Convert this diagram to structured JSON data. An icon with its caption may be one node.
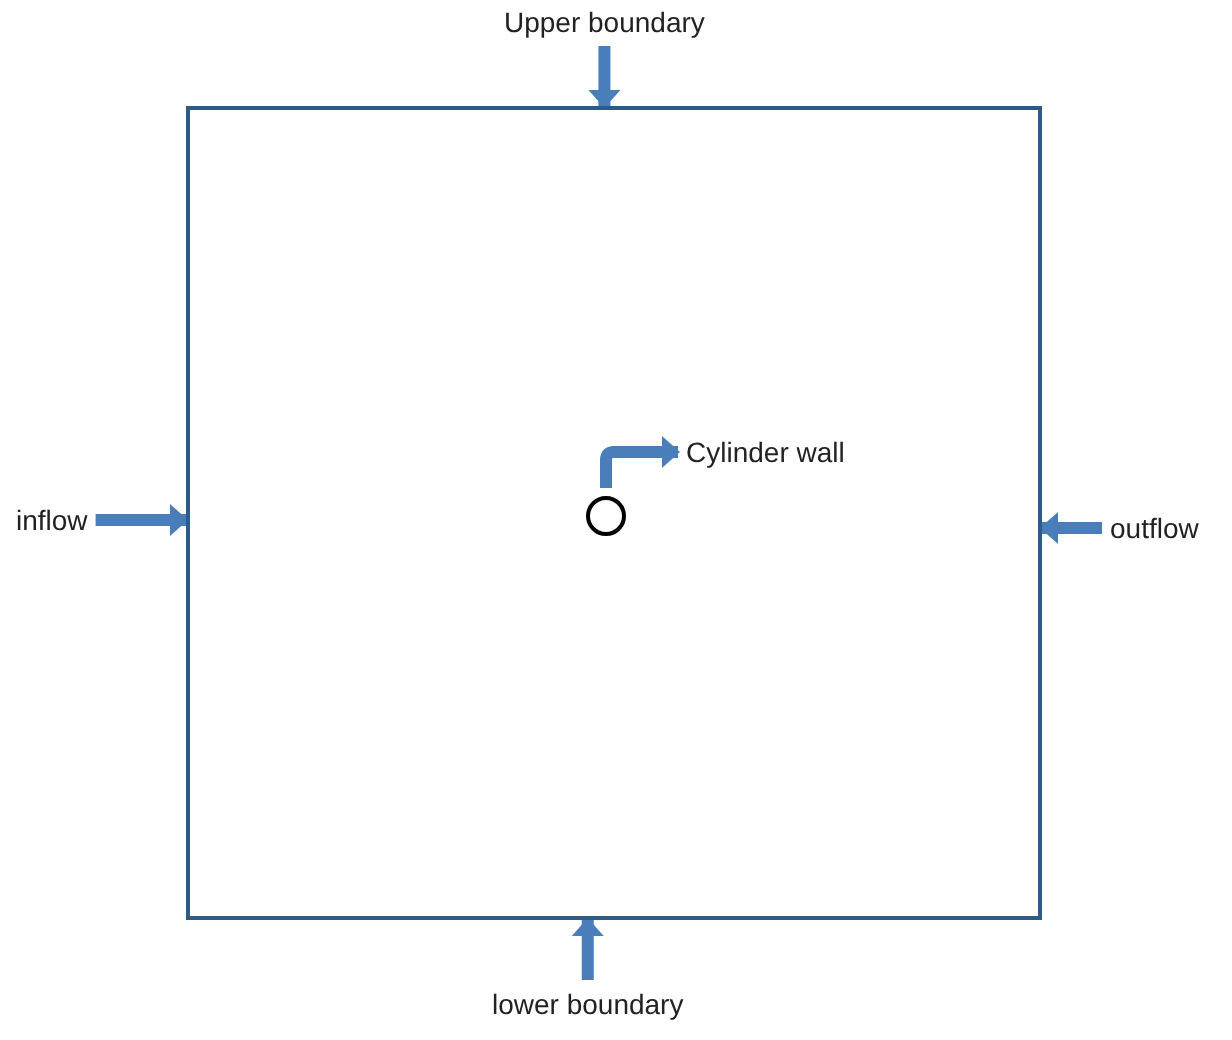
{
  "diagram": {
    "nodes": [
      {
        "text": [],
        "shape": "box"
      },
      {
        "text": [],
        "shape": "circle",
        "in": 0
      },
      {
        "text": [
          "Upper boundary"
        ]
      },
      {
        "text": [
          "inflow"
        ]
      },
      {
        "text": [
          "outflow"
        ]
      },
      {
        "text": [
          "lower boundary"
        ]
      },
      {
        "text": [
          "Cylinder wall"
        ],
        "in": 0
      }
    ],
    "edges": [
      {
        "from": 2,
        "to": 0,
        "arrow": "to"
      },
      {
        "from": 3,
        "to": 0,
        "arrow": "to"
      },
      {
        "from": 4,
        "to": 0,
        "arrow": "to"
      },
      {
        "from": 5,
        "to": 0,
        "arrow": "to"
      },
      {
        "from": 1,
        "to": 6,
        "arrow": "to"
      }
    ]
  }
}
